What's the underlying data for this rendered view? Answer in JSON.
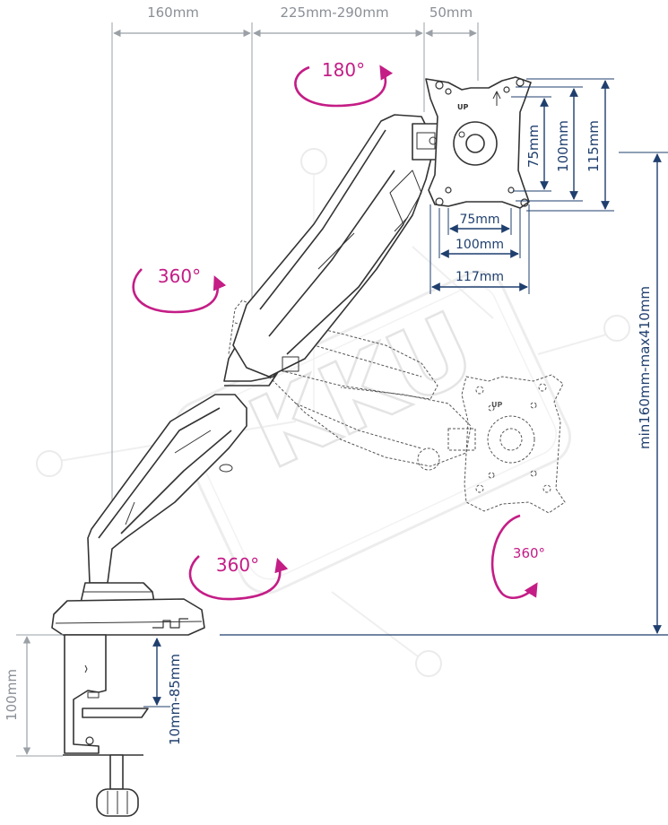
{
  "dimensions": {
    "top_left": "160mm",
    "top_middle": "225mm-290mm",
    "top_right": "50mm",
    "plate_h_75": "75mm",
    "plate_h_100": "100mm",
    "plate_h_115": "115mm",
    "plate_w_75": "75mm",
    "plate_w_100": "100mm",
    "plate_w_117": "117mm",
    "height_range": "min160mm-max410mm",
    "clamp_height": "100mm",
    "desk_thickness": "10mm-85mm"
  },
  "rotations": {
    "top": "180°",
    "left": "360°",
    "bottom": "360°",
    "right": "360°"
  },
  "watermark": "KKU",
  "plate_markings": {
    "up_text": "UP"
  },
  "colors": {
    "magenta": "#c41d86",
    "navy": "#1f3f6e",
    "grey_dim": "#9aa0a6",
    "line": "#444444"
  }
}
